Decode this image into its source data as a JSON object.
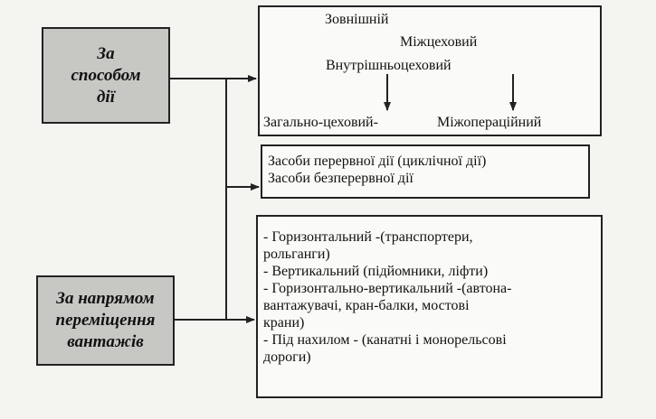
{
  "categories": {
    "by_action": {
      "lines": [
        "За",
        "способом",
        "дії"
      ]
    },
    "by_direction": {
      "lines": [
        "За напрямом",
        "переміщення",
        "вантажів"
      ]
    }
  },
  "boxes": {
    "scope": {
      "items": {
        "external": "Зовнішній",
        "interworkshop": "Міжцеховий",
        "intraworkshop": "Внутрішньоцеховий",
        "general_workshop": "Загально-цеховий-",
        "interoperational": "Міжопераційний"
      }
    },
    "action": {
      "lines": [
        "Засоби перервної дії (циклічної дії)",
        "Засоби безперервної дії"
      ]
    },
    "direction": {
      "lines": [
        "- Горизонтальний -(транспортери,",
        "рольганги)",
        "- Вертикальний  (підйомники, ліфти)",
        "- Горизонтально-вертикальний -(автона-",
        "вантажувачі, кран-балки, мостові",
        "крани)",
        "- Під нахилом - (канатні і монорельсові",
        "дороги)"
      ]
    }
  }
}
